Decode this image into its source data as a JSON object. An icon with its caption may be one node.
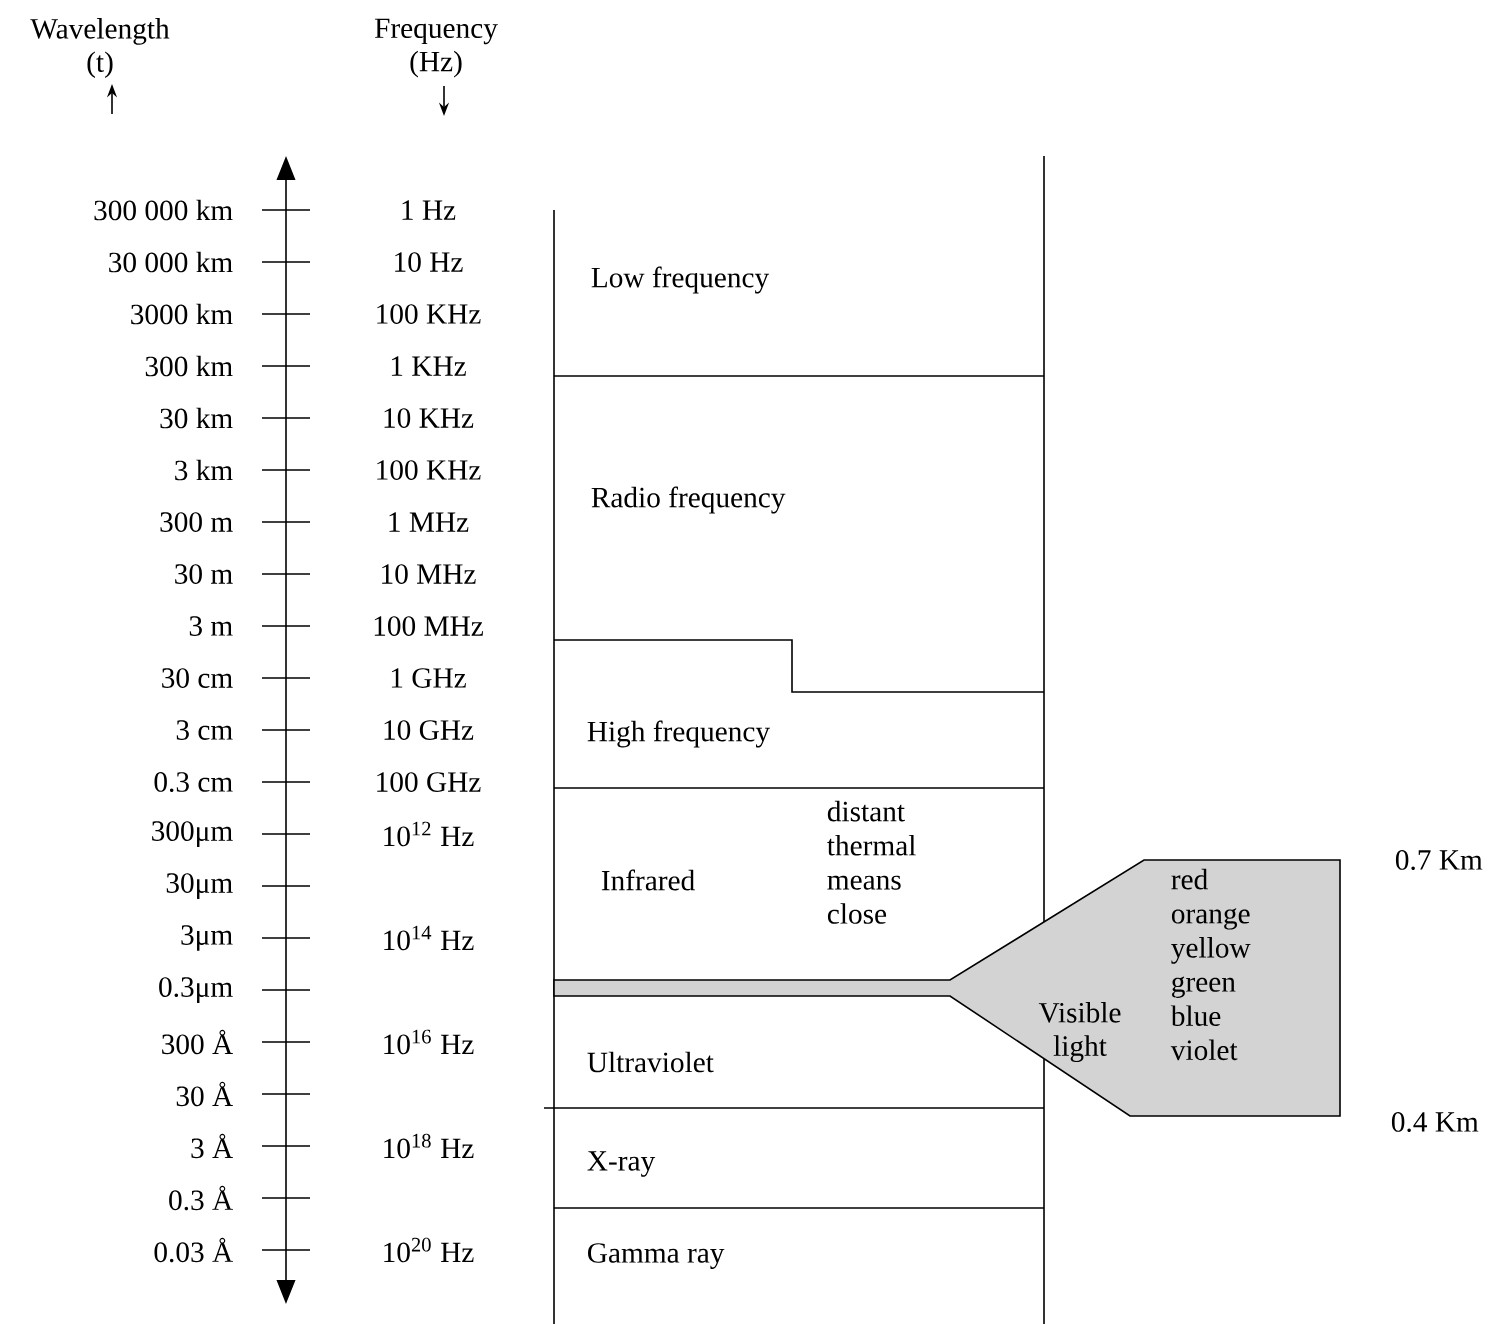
{
  "diagram": {
    "nodes": [
      {
        "text": [
          "Low frequency"
        ]
      },
      {
        "text": [
          "Radio frequency"
        ]
      },
      {
        "text": [
          "High frequency"
        ]
      },
      {
        "text": [
          "Infrared",
          "distant thermal means close"
        ]
      },
      {
        "text": [
          "Visible light",
          "red orange yellow green blue violet"
        ]
      },
      {
        "text": [
          "Ultraviolet"
        ]
      },
      {
        "text": [
          "X-ray"
        ]
      },
      {
        "text": [
          "Gamma ray"
        ]
      }
    ],
    "edges": [],
    "labels": [
      "Wavelength (t)",
      "Frequency (Hz)",
      "300 000 km",
      "1 Hz",
      "30 000 km",
      "10 Hz",
      "3000 km",
      "100 KHz",
      "300 km",
      "1 KHz",
      "30 km",
      "10 KHz",
      "3 km",
      "100 KHz",
      "300 m",
      "1 MHz",
      "30 m",
      "10 MHz",
      "3 m",
      "100 MHz",
      "30 cm",
      "1 GHz",
      "3 cm",
      "10 GHz",
      "0.3 cm",
      "100 GHz",
      "300μm",
      "10$^{12}$ Hz",
      "30μm",
      "3μm",
      "10$^{14}$ Hz",
      "0.3μm",
      "300 Å",
      "10$^{16}$ Hz",
      "30 Å",
      "3 Å",
      "10$^{18}$ Hz",
      "0.3 Å",
      "0.03 Å",
      "10$^{20}$ Hz",
      "0.7 Km",
      "0.4 Km"
    ]
  }
}
